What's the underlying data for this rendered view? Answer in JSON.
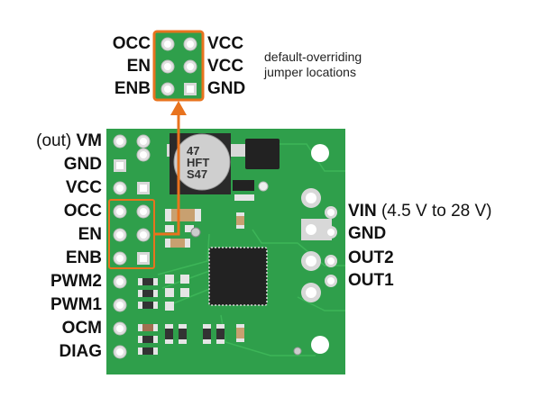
{
  "jumper_inset": {
    "left_labels": [
      "OCC",
      "EN",
      "ENB"
    ],
    "right_labels": [
      "VCC",
      "VCC",
      "GND"
    ],
    "note_lines": [
      "default-overriding",
      "jumper locations"
    ]
  },
  "left_pins": [
    {
      "prefix": "(out)",
      "label": "VM"
    },
    {
      "prefix": "",
      "label": "GND"
    },
    {
      "prefix": "",
      "label": "VCC"
    },
    {
      "prefix": "",
      "label": "OCC"
    },
    {
      "prefix": "",
      "label": "EN"
    },
    {
      "prefix": "",
      "label": "ENB"
    },
    {
      "prefix": "",
      "label": "PWM2"
    },
    {
      "prefix": "",
      "label": "PWM1"
    },
    {
      "prefix": "",
      "label": "OCM"
    },
    {
      "prefix": "",
      "label": "DIAG"
    }
  ],
  "right_pins": [
    {
      "label": "VIN",
      "suffix": "(4.5 V to 28 V)"
    },
    {
      "label": "GND",
      "suffix": ""
    },
    {
      "label": "OUT2",
      "suffix": ""
    },
    {
      "label": "OUT1",
      "suffix": ""
    }
  ],
  "capacitor_marking": [
    "47",
    "HFT",
    "S47"
  ],
  "colors": {
    "board": "#2e9e4a",
    "board_dark": "#23863d",
    "highlight": "#e8731e",
    "pad": "#d9d9d9",
    "chip": "#222222",
    "text": "#111111"
  }
}
